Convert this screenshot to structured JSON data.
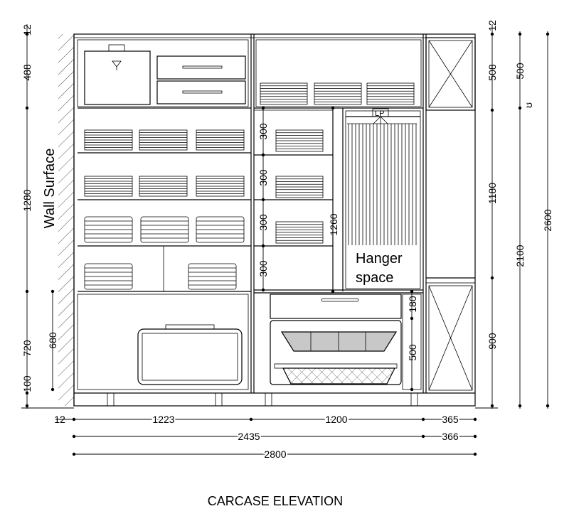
{
  "drawing": {
    "title": "CARCASE ELEVATION",
    "wall_label": "Wall Surface",
    "hanger_label_line1": "Hanger",
    "hanger_label_line2": "space",
    "lp_label": "LP",
    "fold_mark": "ʊ"
  },
  "dimensions": {
    "left": [
      "12",
      "488",
      "1280",
      "720",
      "100",
      "680"
    ],
    "bottom_row1": [
      "12",
      "1223",
      "1200",
      "365"
    ],
    "bottom_row2": [
      "2435",
      "366"
    ],
    "bottom_row3": [
      "2800"
    ],
    "middle": [
      "300",
      "300",
      "300",
      "300",
      "1260",
      "180",
      "500"
    ],
    "right_col1": [
      "12",
      "508",
      "1180",
      "900"
    ],
    "right_col2": [
      "500",
      "2100"
    ],
    "right_col3": [
      "2600"
    ]
  },
  "colors": {
    "line": "#000000",
    "fill_gray": "#c8c8c8",
    "background": "#ffffff"
  }
}
